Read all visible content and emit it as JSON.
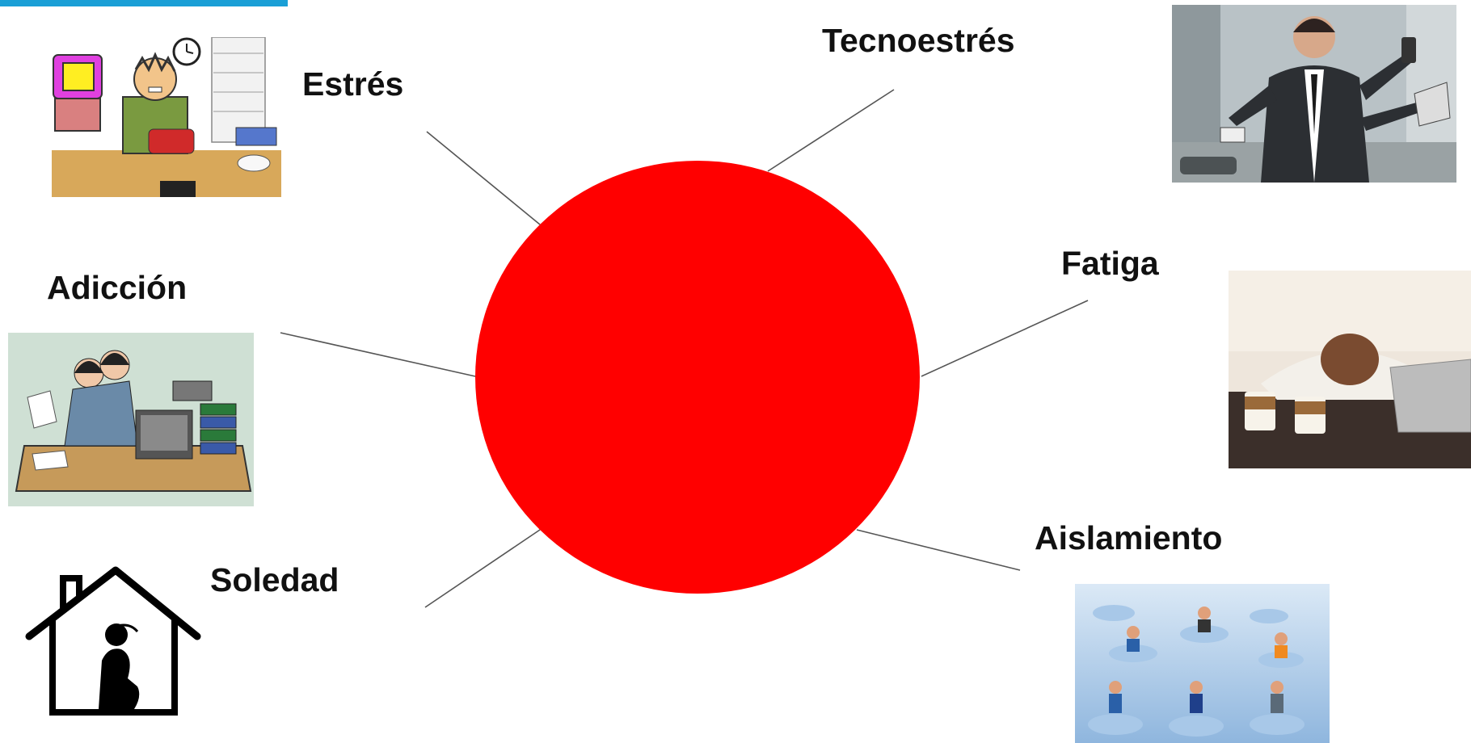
{
  "colors": {
    "center": "#ff0000",
    "accent": "#1a9fd6",
    "connector": "#555555"
  },
  "nodes": [
    {
      "id": "estres",
      "label": "Estrés",
      "icon": "stressed-office-worker-cartoon"
    },
    {
      "id": "tecnoestres",
      "label": "Tecnoestrés",
      "icon": "multitasking-businessman-photo"
    },
    {
      "id": "fatiga",
      "label": "Fatiga",
      "icon": "tired-woman-on-desk-photo"
    },
    {
      "id": "aislamiento",
      "label": "Aislamiento",
      "icon": "remote-workers-on-clouds"
    },
    {
      "id": "soledad",
      "label": "Soledad",
      "icon": "person-alone-in-house-icon"
    },
    {
      "id": "adiccion",
      "label": "Adicción",
      "icon": "overworked-woman-cartoon"
    }
  ]
}
